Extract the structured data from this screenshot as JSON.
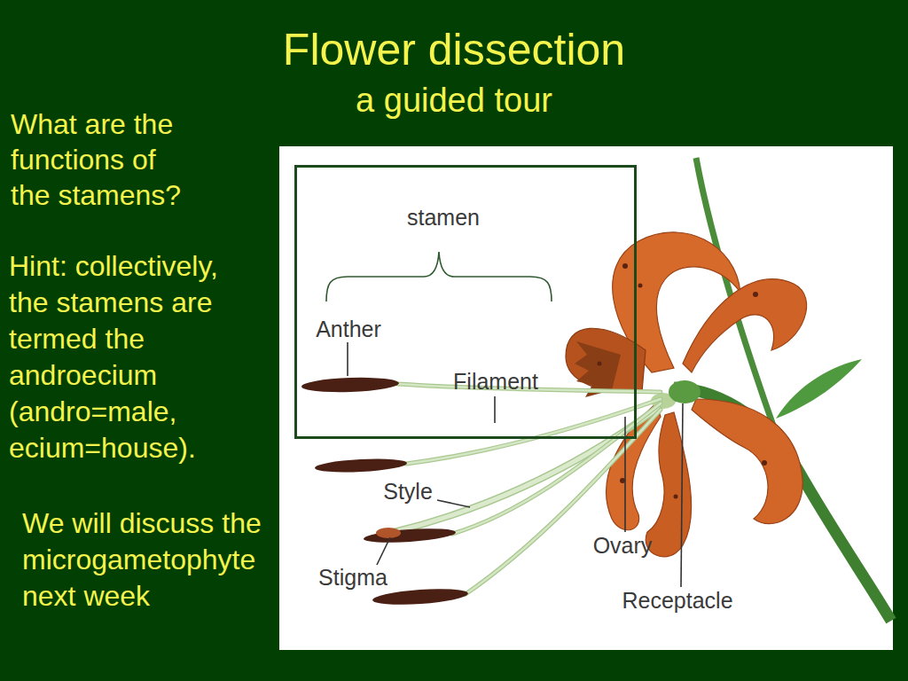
{
  "diagram": {
    "title": "Flower dissection",
    "nodes": [
      {
        "text": [
          "Style",
          "Stigma",
          "Ovary",
          "Receptacle"
        ]
      },
      {
        "text": [
          "stamen",
          "Anther",
          "Filament"
        ],
        "in": 0
      }
    ],
    "labels": [
      "a guided tour",
      "What are the functions of the stamens?",
      "Hint: collectively, the stamens are termed the androecium (andro=male, ecium=house).",
      "We will discuss the microgametophyte next week"
    ]
  }
}
